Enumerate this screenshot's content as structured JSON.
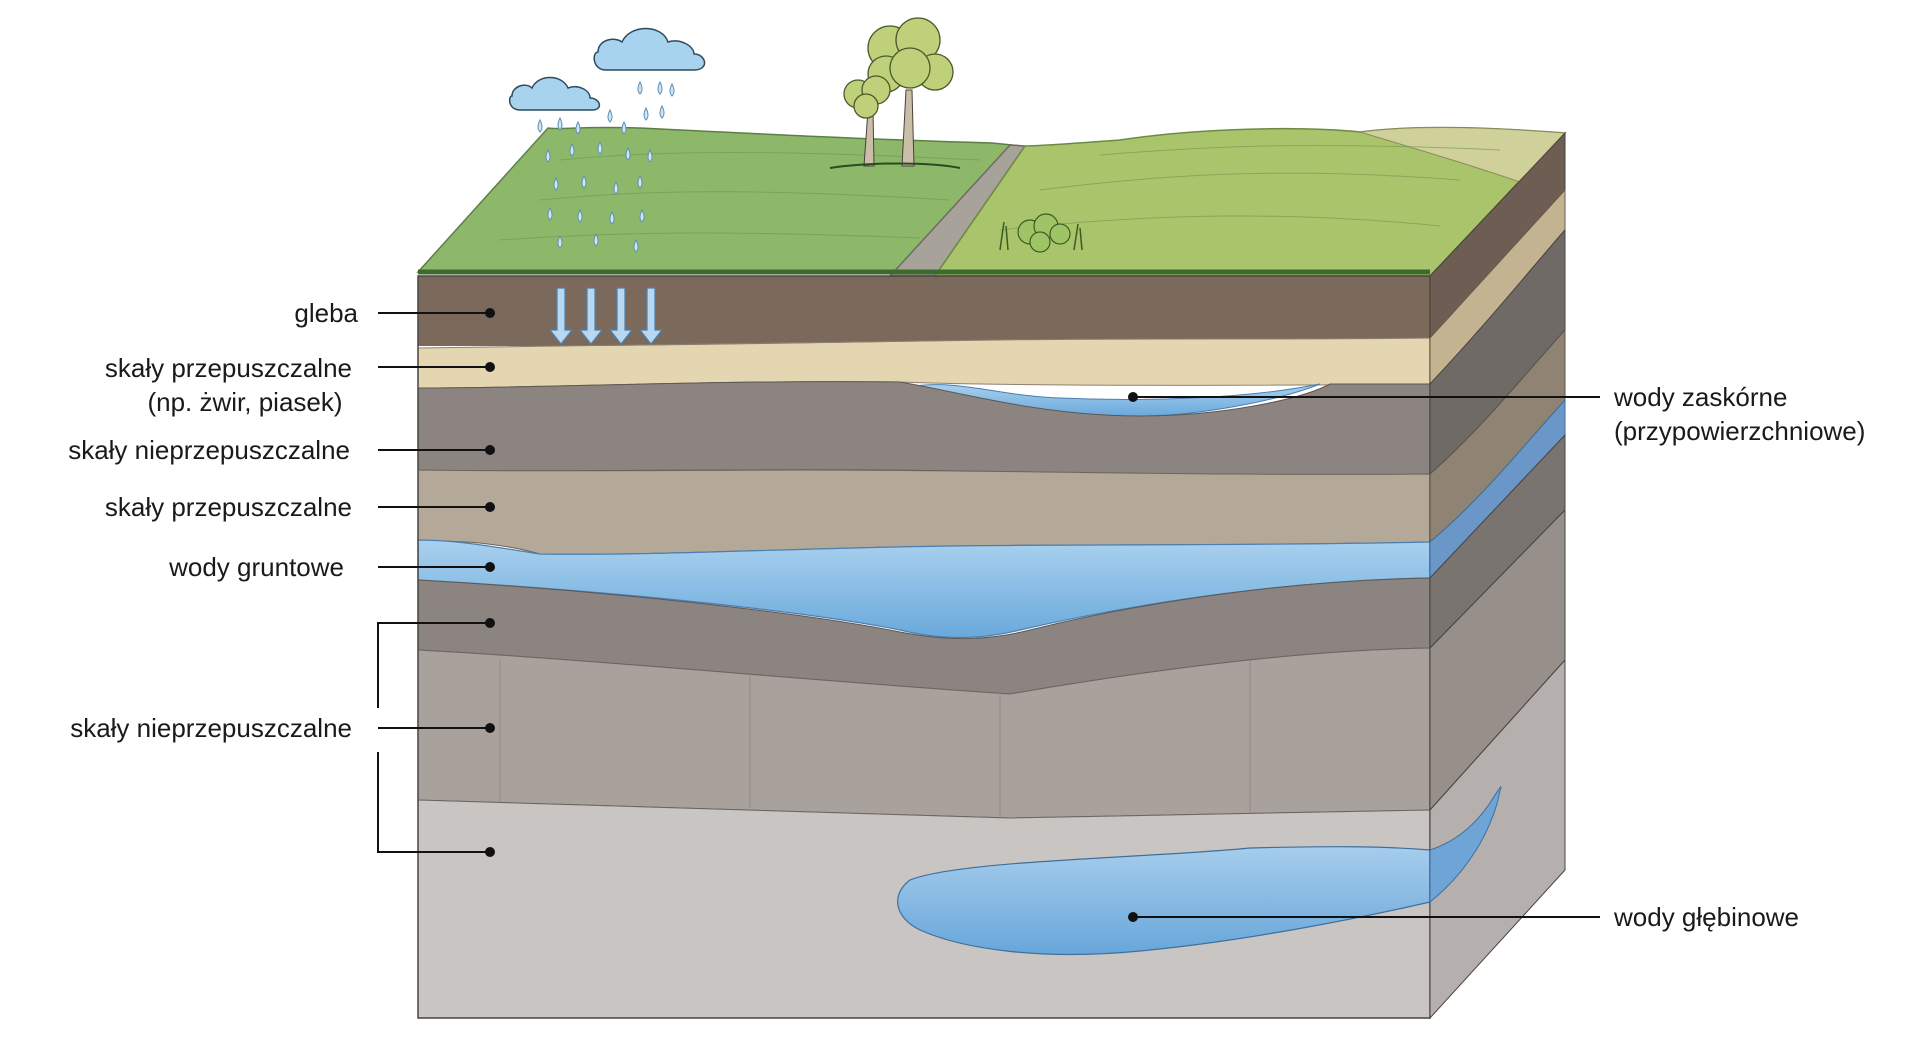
{
  "labels": {
    "gleba": "gleba",
    "permeable_top_1": "skały przepuszczalne",
    "permeable_top_2": "(np. żwir, piasek)",
    "impermeable_1": "skały nieprzepuszczalne",
    "permeable_2": "skały przepuszczalne",
    "groundwater": "wody gruntowe",
    "impermeable_2": "skały nieprzepuszczalne",
    "shallow_water_1": "wody zaskórne",
    "shallow_water_2": "(przypowierzchniowe)",
    "deep_water": "wody głębinowe"
  },
  "colors": {
    "grass_left": "#8db86a",
    "grass_right": "#a9c46a",
    "soil": "#7b6a5c",
    "sand": "#e4d6b0",
    "rock_dark": "#8b8480",
    "rock_tan": "#b4a898",
    "water": "#7fb6e0",
    "rock_gray": "#a8a19c",
    "rock_light": "#c9c5c2"
  }
}
